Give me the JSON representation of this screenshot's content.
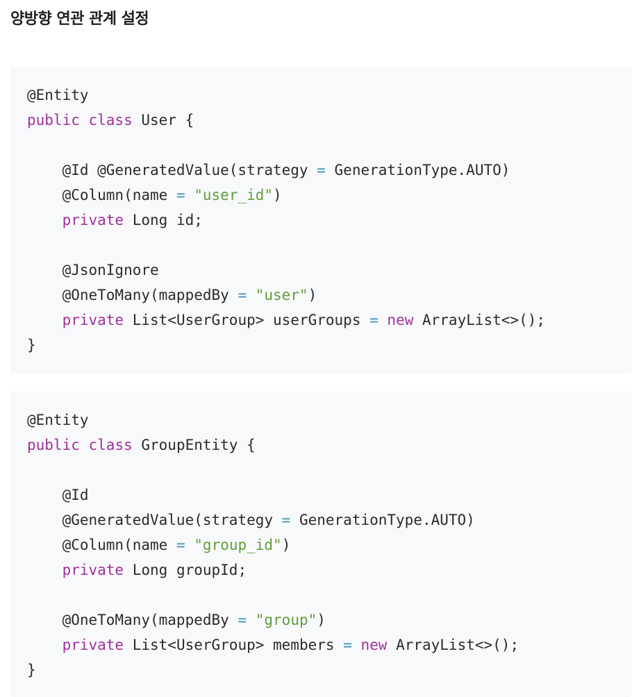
{
  "heading": "양방향 연관 관계 설정",
  "colors": {
    "keyword": "#a1309a",
    "string": "#5f9e3a",
    "operator": "#3a8fb7",
    "text": "#2b2b2b",
    "code_background": "#f8f9fb"
  },
  "code_blocks": [
    {
      "lines": [
        [
          {
            "t": "p",
            "v": "@Entity"
          }
        ],
        [
          {
            "t": "kw",
            "v": "public"
          },
          {
            "t": "p",
            "v": " "
          },
          {
            "t": "kw",
            "v": "class"
          },
          {
            "t": "p",
            "v": " User {"
          }
        ],
        [],
        [
          {
            "t": "p",
            "v": "    @Id @GeneratedValue(strategy "
          },
          {
            "t": "op",
            "v": "="
          },
          {
            "t": "p",
            "v": " GenerationType.AUTO)"
          }
        ],
        [
          {
            "t": "p",
            "v": "    @Column(name "
          },
          {
            "t": "op",
            "v": "="
          },
          {
            "t": "p",
            "v": " "
          },
          {
            "t": "str",
            "v": "\"user_id\""
          },
          {
            "t": "p",
            "v": ")"
          }
        ],
        [
          {
            "t": "p",
            "v": "    "
          },
          {
            "t": "kw",
            "v": "private"
          },
          {
            "t": "p",
            "v": " Long id;"
          }
        ],
        [],
        [
          {
            "t": "p",
            "v": "    @JsonIgnore"
          }
        ],
        [
          {
            "t": "p",
            "v": "    @OneToMany(mappedBy "
          },
          {
            "t": "op",
            "v": "="
          },
          {
            "t": "p",
            "v": " "
          },
          {
            "t": "str",
            "v": "\"user\""
          },
          {
            "t": "p",
            "v": ")"
          }
        ],
        [
          {
            "t": "p",
            "v": "    "
          },
          {
            "t": "kw",
            "v": "private"
          },
          {
            "t": "p",
            "v": " List<UserGroup> userGroups "
          },
          {
            "t": "op",
            "v": "="
          },
          {
            "t": "p",
            "v": " "
          },
          {
            "t": "kw",
            "v": "new"
          },
          {
            "t": "p",
            "v": " ArrayList<>();"
          }
        ],
        [
          {
            "t": "p",
            "v": "}"
          }
        ]
      ]
    },
    {
      "lines": [
        [
          {
            "t": "p",
            "v": "@Entity"
          }
        ],
        [
          {
            "t": "kw",
            "v": "public"
          },
          {
            "t": "p",
            "v": " "
          },
          {
            "t": "kw",
            "v": "class"
          },
          {
            "t": "p",
            "v": " GroupEntity {"
          }
        ],
        [],
        [
          {
            "t": "p",
            "v": "    @Id"
          }
        ],
        [
          {
            "t": "p",
            "v": "    @GeneratedValue(strategy "
          },
          {
            "t": "op",
            "v": "="
          },
          {
            "t": "p",
            "v": " GenerationType.AUTO)"
          }
        ],
        [
          {
            "t": "p",
            "v": "    @Column(name "
          },
          {
            "t": "op",
            "v": "="
          },
          {
            "t": "p",
            "v": " "
          },
          {
            "t": "str",
            "v": "\"group_id\""
          },
          {
            "t": "p",
            "v": ")"
          }
        ],
        [
          {
            "t": "p",
            "v": "    "
          },
          {
            "t": "kw",
            "v": "private"
          },
          {
            "t": "p",
            "v": " Long groupId;"
          }
        ],
        [],
        [
          {
            "t": "p",
            "v": "    @OneToMany(mappedBy "
          },
          {
            "t": "op",
            "v": "="
          },
          {
            "t": "p",
            "v": " "
          },
          {
            "t": "str",
            "v": "\"group\""
          },
          {
            "t": "p",
            "v": ")"
          }
        ],
        [
          {
            "t": "p",
            "v": "    "
          },
          {
            "t": "kw",
            "v": "private"
          },
          {
            "t": "p",
            "v": " List<UserGroup> members "
          },
          {
            "t": "op",
            "v": "="
          },
          {
            "t": "p",
            "v": " "
          },
          {
            "t": "kw",
            "v": "new"
          },
          {
            "t": "p",
            "v": " ArrayList<>();"
          }
        ],
        [
          {
            "t": "p",
            "v": "}"
          }
        ]
      ]
    }
  ]
}
